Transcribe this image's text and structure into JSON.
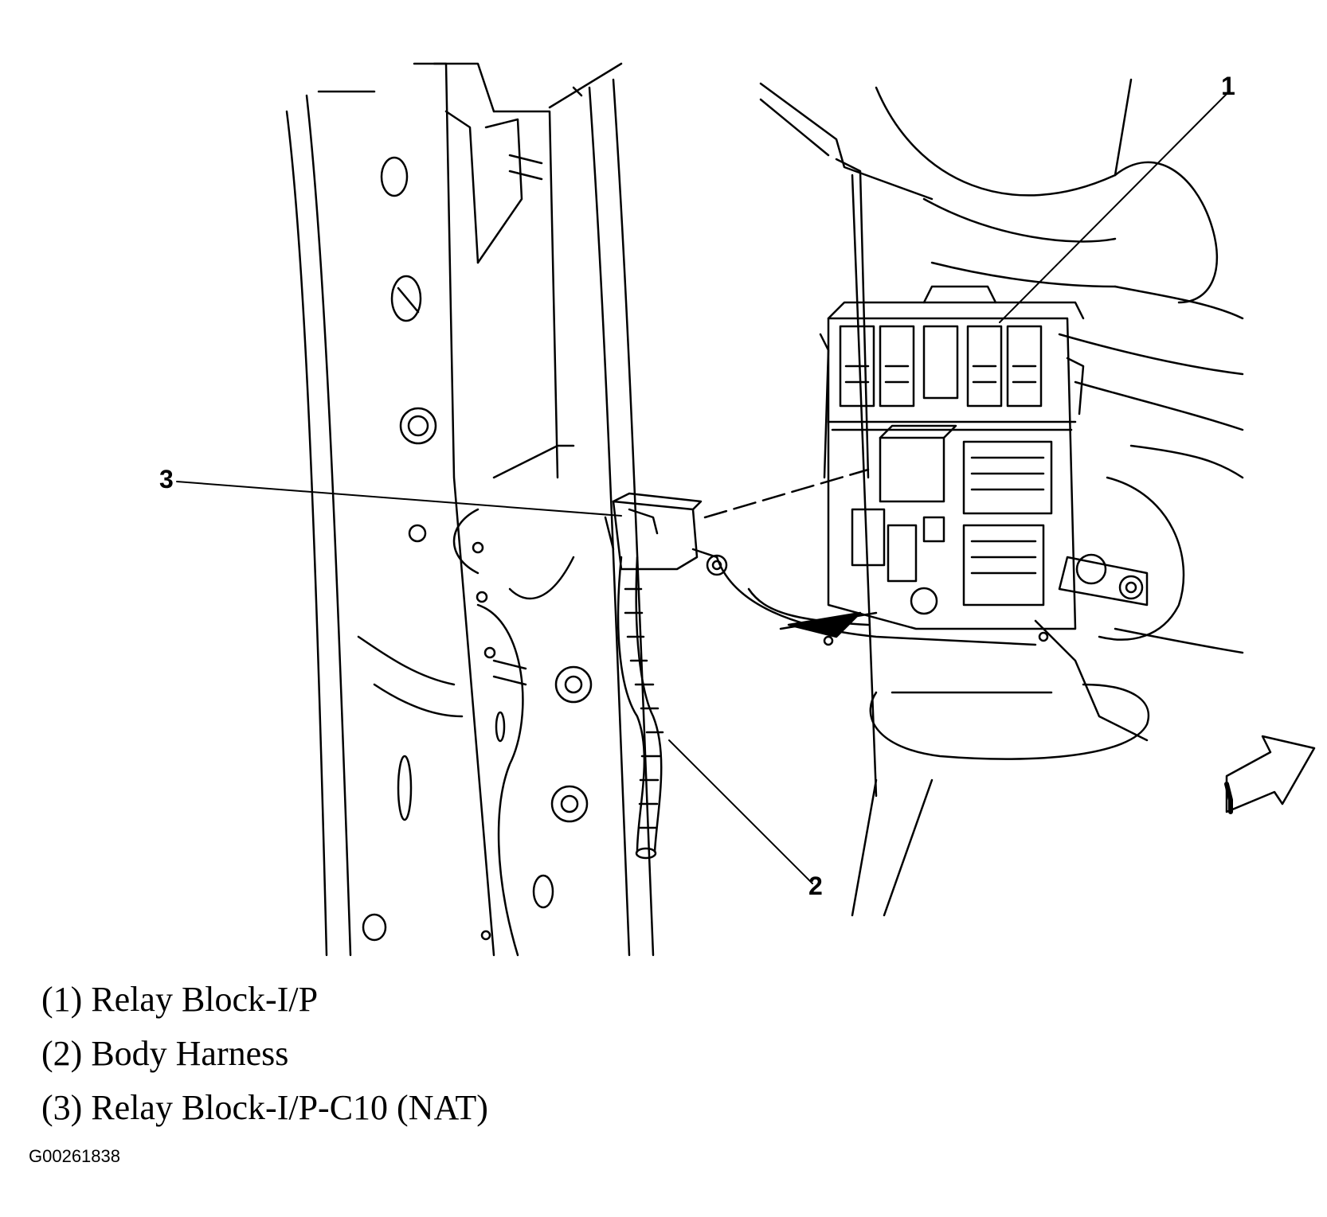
{
  "callouts": {
    "c1": "1",
    "c2": "2",
    "c3": "3"
  },
  "legend": [
    {
      "number": "(1)",
      "label": "Relay Block-I/P"
    },
    {
      "number": "(2)",
      "label": "Body Harness"
    },
    {
      "number": "(3)",
      "label": "Relay Block-I/P-C10 (NAT)"
    }
  ],
  "figure_id": "G00261838",
  "colors": {
    "line": "#000000",
    "background": "#ffffff"
  },
  "icons": {
    "view_direction": "arrow-right-up-icon"
  }
}
